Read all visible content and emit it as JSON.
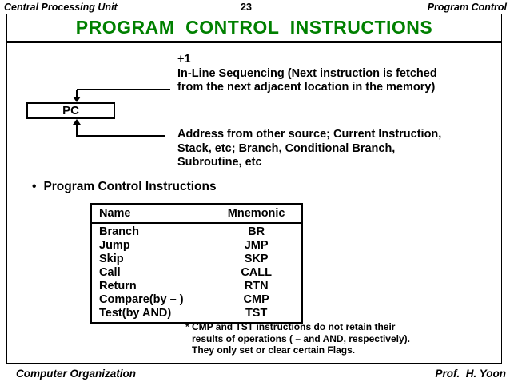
{
  "header": {
    "course": "Central Processing Unit",
    "page_number": "23",
    "chapter": "Program Control"
  },
  "title": "PROGRAM  CONTROL  INSTRUCTIONS",
  "colors": {
    "title_green": "#008000",
    "text": "#000000",
    "background": "#ffffff"
  },
  "diagram": {
    "pc_box_label": "PC",
    "inline_note_lines": [
      "+1",
      "In-Line Sequencing (Next instruction is fetched",
      "from the next adjacent location in the memory)"
    ],
    "address_note_lines": [
      "Address from other source; Current Instruction,",
      "Stack, etc; Branch, Conditional Branch,",
      "Subroutine, etc"
    ]
  },
  "bullet": {
    "marker": "•",
    "label": "Program Control Instructions"
  },
  "instruction_table": {
    "headers": [
      "Name",
      "Mnemonic"
    ],
    "rows": [
      [
        "Branch",
        "BR"
      ],
      [
        "Jump",
        "JMP"
      ],
      [
        "Skip",
        "SKP"
      ],
      [
        "Call",
        "CALL"
      ],
      [
        "Return",
        "RTN"
      ],
      [
        "Compare(by – )",
        "CMP"
      ],
      [
        "Test(by AND)",
        "TST"
      ]
    ]
  },
  "footnote_lines": [
    "* CMP and TST instructions do not retain their",
    "results of operations ( – and AND, respectively).",
    "They only set or clear certain Flags."
  ],
  "footer": {
    "left": "Computer Organization",
    "right": "Prof.  H. Yoon"
  }
}
